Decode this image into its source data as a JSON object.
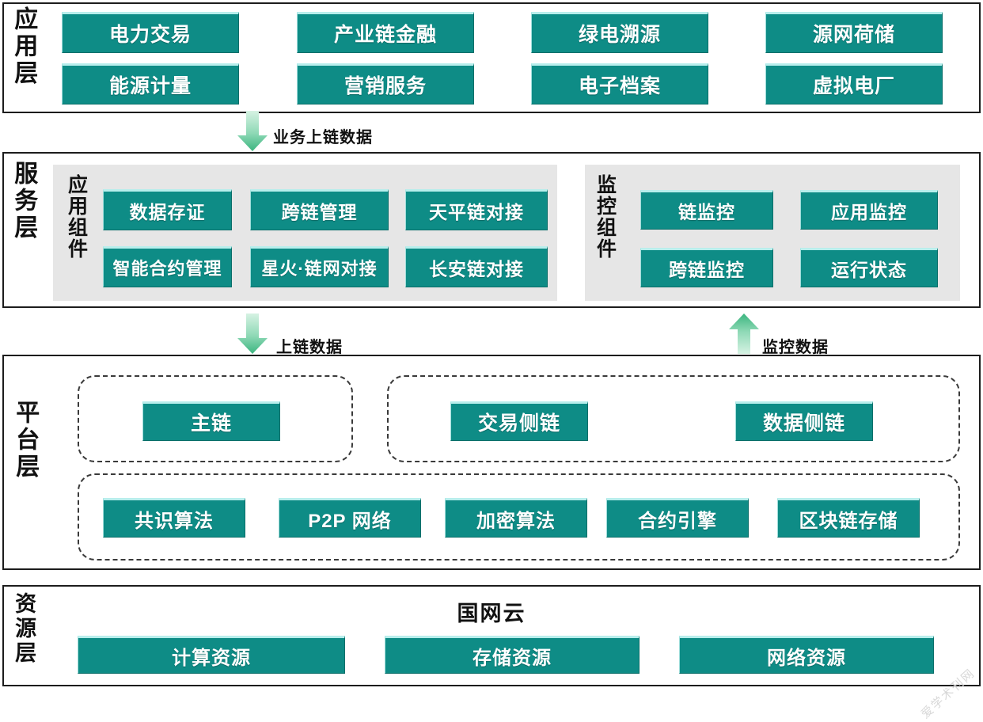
{
  "theme": {
    "box_fill": "#0e8c86",
    "box_top_highlight": "#b8eeec",
    "group_bg": "#e6e6e6",
    "panel_border": "#1c1c1c",
    "arrow_green_light": "#cdeedd",
    "arrow_green_dark": "#34b27a",
    "page_bg": "#ffffff"
  },
  "layers": {
    "application": {
      "title": "应用层",
      "items": [
        {
          "label": "电力交易",
          "col": 0,
          "row": 0
        },
        {
          "label": "能源计量",
          "col": 0,
          "row": 1
        },
        {
          "label": "产业链金融",
          "col": 1,
          "row": 0
        },
        {
          "label": "营销服务",
          "col": 1,
          "row": 1
        },
        {
          "label": "绿电溯源",
          "col": 2,
          "row": 0
        },
        {
          "label": "电子档案",
          "col": 2,
          "row": 1
        },
        {
          "label": "源网荷储",
          "col": 3,
          "row": 0
        },
        {
          "label": "虚拟电厂",
          "col": 3,
          "row": 1
        }
      ]
    },
    "service": {
      "title": "服务层",
      "groups": [
        {
          "title": "应用组件",
          "items": [
            "数据存证",
            "跨链管理",
            "天平链对接",
            "智能合约管理",
            "星火·链网对接",
            "长安链对接"
          ]
        },
        {
          "title": "监控组件",
          "items": [
            "链监控",
            "应用监控",
            "跨链监控",
            "运行状态"
          ]
        }
      ]
    },
    "platform": {
      "title": "平台层",
      "main_chain_group": {
        "items": [
          "主链"
        ]
      },
      "side_chain_group": {
        "items": [
          "交易侧链",
          "数据侧链"
        ]
      },
      "infrastructure_group": {
        "items": [
          "共识算法",
          "P2P 网络",
          "加密算法",
          "合约引擎",
          "区块链存储"
        ]
      }
    },
    "resource": {
      "title": "资源层",
      "cloud_name": "国网云",
      "items": [
        "计算资源",
        "存储资源",
        "网络资源"
      ]
    }
  },
  "flows": [
    {
      "id": "business-onchain",
      "label": "业务上链数据",
      "direction": "down"
    },
    {
      "id": "onchain-data",
      "label": "上链数据",
      "direction": "down"
    },
    {
      "id": "monitor-data",
      "label": "监控数据",
      "direction": "up"
    }
  ],
  "watermark": {
    "text": "爱学术刊网"
  }
}
